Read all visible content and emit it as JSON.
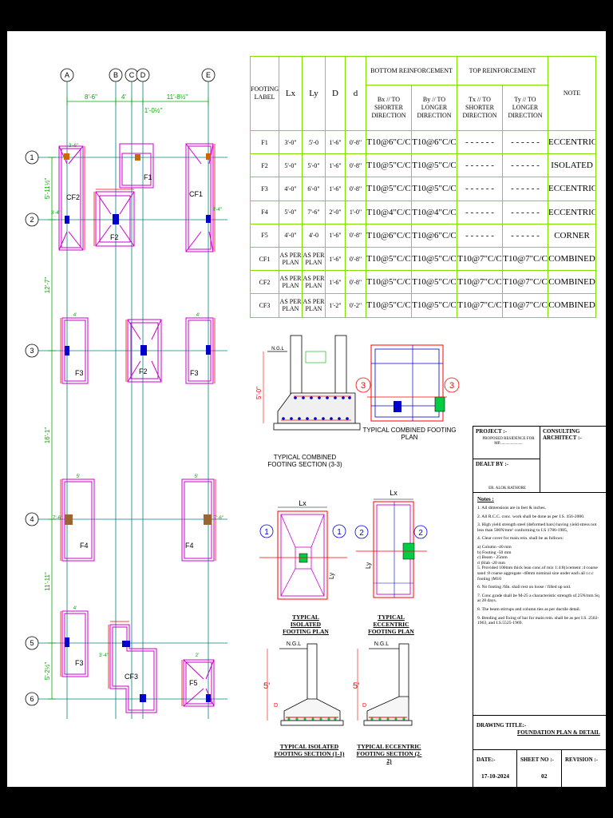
{
  "plan": {
    "column_grid": [
      "A",
      "B",
      "C",
      "D",
      "E"
    ],
    "row_grid": [
      "1",
      "2",
      "3",
      "4",
      "5",
      "6"
    ],
    "top_dims": [
      "8'-6\"",
      "4'",
      "1'-0½\"",
      "11'-8½\""
    ],
    "left_dims": [
      "5'-11½\"",
      "12'-7\"",
      "16'-1\"",
      "11'-11\"",
      "5'-2½\""
    ],
    "footings": [
      "F1",
      "CF2",
      "F2",
      "CF1",
      "F3",
      "F2",
      "F3",
      "F4",
      "F4",
      "F3",
      "CF3",
      "F5"
    ],
    "side_dims": [
      "3'-6\"",
      "3'-4\"",
      "3'-4\"",
      "4'",
      "4'",
      "7'-6\"",
      "7'-6\"",
      "5'",
      "5'",
      "4'",
      "3'-4\"",
      "2'"
    ]
  },
  "schedule": {
    "headers": {
      "label": "FOOTING LABEL",
      "lx": "Lx",
      "ly": "Ly",
      "d_big": "D",
      "d_small": "d",
      "bottom": "BOTTOM REINFORCEMENT",
      "top": "TOP REINFORCEMENT",
      "note": "NOTE",
      "bx": "Bx // TO SHORTER DIRECTION",
      "by": "By // TO LONGER DIRECTION",
      "tx": "Tx // TO SHORTER DIRECTION",
      "ty": "Ty // TO LONGER DIRECTION"
    },
    "rows": [
      {
        "label": "F1",
        "lx": "3'-0\"",
        "ly": "5'-0",
        "D": "1'-6\"",
        "d": "0'-8\"",
        "bx": "T10@6\"C/C",
        "by": "T10@6\"C/C",
        "tx": "- - - - - -",
        "ty": "- - - - - -",
        "note": "ECCENTRIC"
      },
      {
        "label": "F2",
        "lx": "5'-0\"",
        "ly": "5'-0\"",
        "D": "1'-6\"",
        "d": "0'-8\"",
        "bx": "T10@5\"C/C",
        "by": "T10@5\"C/C",
        "tx": "- - - - - -",
        "ty": "- - - - - -",
        "note": "ISOLATED"
      },
      {
        "label": "F3",
        "lx": "4'-0\"",
        "ly": "6'-0\"",
        "D": "1'-6\"",
        "d": "0'-8\"",
        "bx": "T10@5\"C/C",
        "by": "T10@5\"C/C",
        "tx": "- - - - - -",
        "ty": "- - - - - -",
        "note": "ECCENTRIC"
      },
      {
        "label": "F4",
        "lx": "5'-0\"",
        "ly": "7'-6\"",
        "D": "2'-0\"",
        "d": "1'-0\"",
        "bx": "T10@4\"C/C",
        "by": "T10@4\"C/C",
        "tx": "- - - - - -",
        "ty": "- - - - - -",
        "note": "ECCENTRIC"
      },
      {
        "label": "F5",
        "lx": "4'-0\"",
        "ly": "4'-0",
        "D": "1'-6\"",
        "d": "0'-8\"",
        "bx": "T10@6\"C/C",
        "by": "T10@6\"C/C",
        "tx": "- - - - - -",
        "ty": "- - - - - -",
        "note": "CORNER"
      },
      {
        "label": "CF1",
        "lx": "AS PER PLAN",
        "ly": "AS PER PLAN",
        "D": "1'-6\"",
        "d": "0'-8\"",
        "bx": "T10@5\"C/C",
        "by": "T10@5\"C/C",
        "tx": "T10@7\"C/C",
        "ty": "T10@7\"C/C",
        "note": "COMBINED"
      },
      {
        "label": "CF2",
        "lx": "AS PER PLAN",
        "ly": "AS PER PLAN",
        "D": "1'-6\"",
        "d": "0'-8\"",
        "bx": "T10@5\"C/C",
        "by": "T10@5\"C/C",
        "tx": "T10@7\"C/C",
        "ty": "T10@7\"C/C",
        "note": "COMBINED"
      },
      {
        "label": "CF3",
        "lx": "AS PER PLAN",
        "ly": "AS PER PLAN",
        "D": "1'-2\"",
        "d": "0'-2\"",
        "bx": "T10@5\"C/C",
        "by": "T10@5\"C/C",
        "tx": "T10@7\"C/C",
        "ty": "T10@7\"C/C",
        "note": "COMBINED"
      }
    ]
  },
  "details": {
    "combined_section_title": "TYPICAL COMBINED FOOTING SECTION (3-3)",
    "combined_plan_title": "TYPICAL COMBINED  FOOTING PLAN",
    "isolated_plan_title": "TYPICAL ISOLATED FOOTING PLAN",
    "eccentric_plan_title": "TYPICAL ECCENTRIC FOOTING PLAN",
    "isolated_section_title": "TYPICAL ISOLATED FOOTING SECTION (1-1)",
    "eccentric_section_title": "TYPICAL ECCENTRIC FOOTING SECTION (2-2)",
    "ngl": "N.G.L",
    "lx": "Lx",
    "ly": "Ly",
    "section_marks": [
      "3",
      "3",
      "1",
      "1",
      "2",
      "2"
    ],
    "depth_5ft": "5'",
    "depth_combined": "5'-0\"",
    "d_label": "D",
    "d_small": "d"
  },
  "title_block": {
    "project_label": "PROJECT :-",
    "project_value": "PROPOSED RESIDENCE FOR MP.......................",
    "architect_label": "CONSULTING ARCHITECT :-",
    "dealt_label": "DEALT BY :-",
    "dealt_value": "ER. ALOK RATHORE",
    "notes_heading": "Notes :",
    "notes": [
      "1. All dimensions are in feet & inches.",
      "2. All R.C.C. conc. work shall be done as per I.S. 456-2000.",
      "3. High yield strength steel (deformed bars) having yield stress not less than 500N/mm² conforming to I.S 1786-1985,",
      "4. Clear cover for main rein. shall be as follows:",
      "a) Column           -40 mm",
      "b) Footing          -50 mm",
      "c) Beam             - 25mm",
      "d )Slab               -20 mm",
      "5. Provided 100mm thick lean conc.of mix 1:4:8(1cement :4 coarse sand :8 coarse aggregate -40mm nominal size under each all r.c.c footing )M10",
      "6. No footing /fdn. shall rest on loose / filled up soil.",
      "7. Conc.grade shall be M-25 a characteristic strength of 25N/mm Sq at 28 days.",
      "8. The beam stirrups and column ties as per ductile detail.",
      "9. Bending and fixing of bar for main rein. shall be as per I.S. 2502-1963, and I.S.5525-1969."
    ],
    "drawing_title_label": "DRAWING TITLE:-",
    "drawing_title_value": "FOUNDATION PLAN & DETAIL",
    "date_label": "DATE:-",
    "date_value": "17-10-2024",
    "sheet_label": "SHEET NO :-",
    "sheet_value": "02",
    "revision_label": "REVISION :-"
  },
  "colors": {
    "grid_line": "#008080",
    "footing_outline": "#cc00cc",
    "dimension": "#00aa00",
    "column": "#0000cc",
    "rebar": "#ff0000",
    "schedule_border": "#7fe000"
  }
}
